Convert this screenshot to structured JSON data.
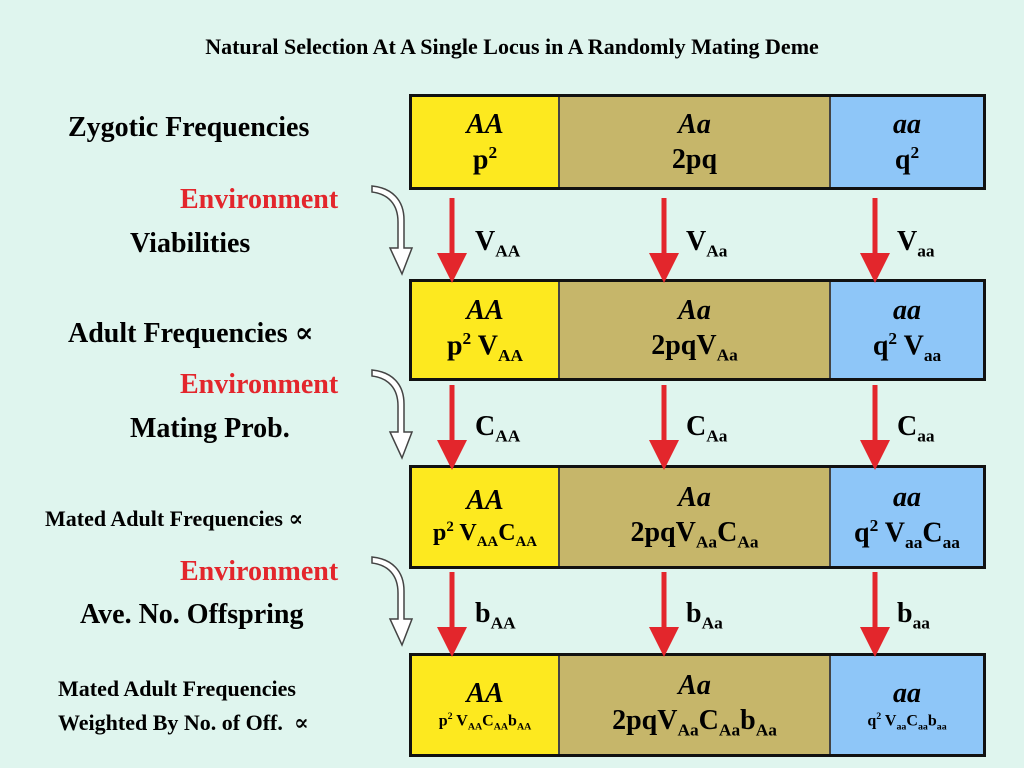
{
  "title": "Natural Selection At A Single Locus in A Randomly Mating Deme",
  "labels": {
    "zygotic": "Zygotic Frequencies",
    "viabilities": "Viabilities",
    "adult": "Adult Frequencies",
    "mating_prob": "Mating Prob.",
    "mated_adult": "Mated Adult Frequencies",
    "ave_offspring": "Ave. No. Offspring",
    "weighted_line1": "Mated Adult Frequencies",
    "weighted_line2": "Weighted By No. of Off.",
    "proportional_symbol": "∝",
    "environment": "Environment"
  },
  "genotypes": [
    "AA",
    "Aa",
    "aa"
  ],
  "colors": {
    "AA": "#fde91f",
    "Aa": "#c6b66a",
    "aa": "#8ec6f8",
    "arrow": "#e3262c",
    "background": "#dff5ee"
  },
  "letters": {
    "p": "p",
    "q": "q",
    "two_pq": "2pq",
    "sq": "2",
    "V": "V",
    "C": "C",
    "b": "b"
  }
}
